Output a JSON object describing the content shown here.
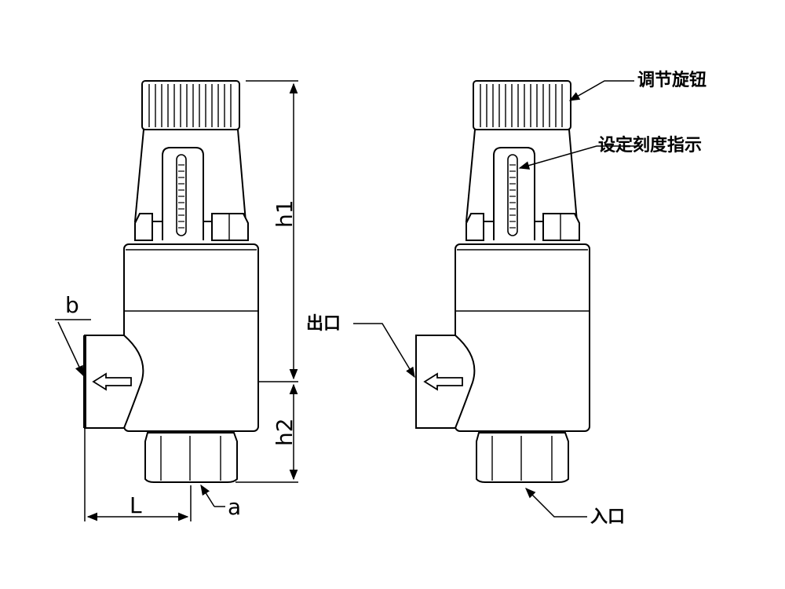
{
  "labels": {
    "h1": "h1",
    "h2": "h2",
    "b": "b",
    "L": "L",
    "a": "a",
    "knob": "调节旋钮",
    "scale": "设定刻度指示",
    "outlet": "出口",
    "inlet": "入口"
  },
  "colors": {
    "stroke": "#000000",
    "fill": "#ffffff"
  }
}
